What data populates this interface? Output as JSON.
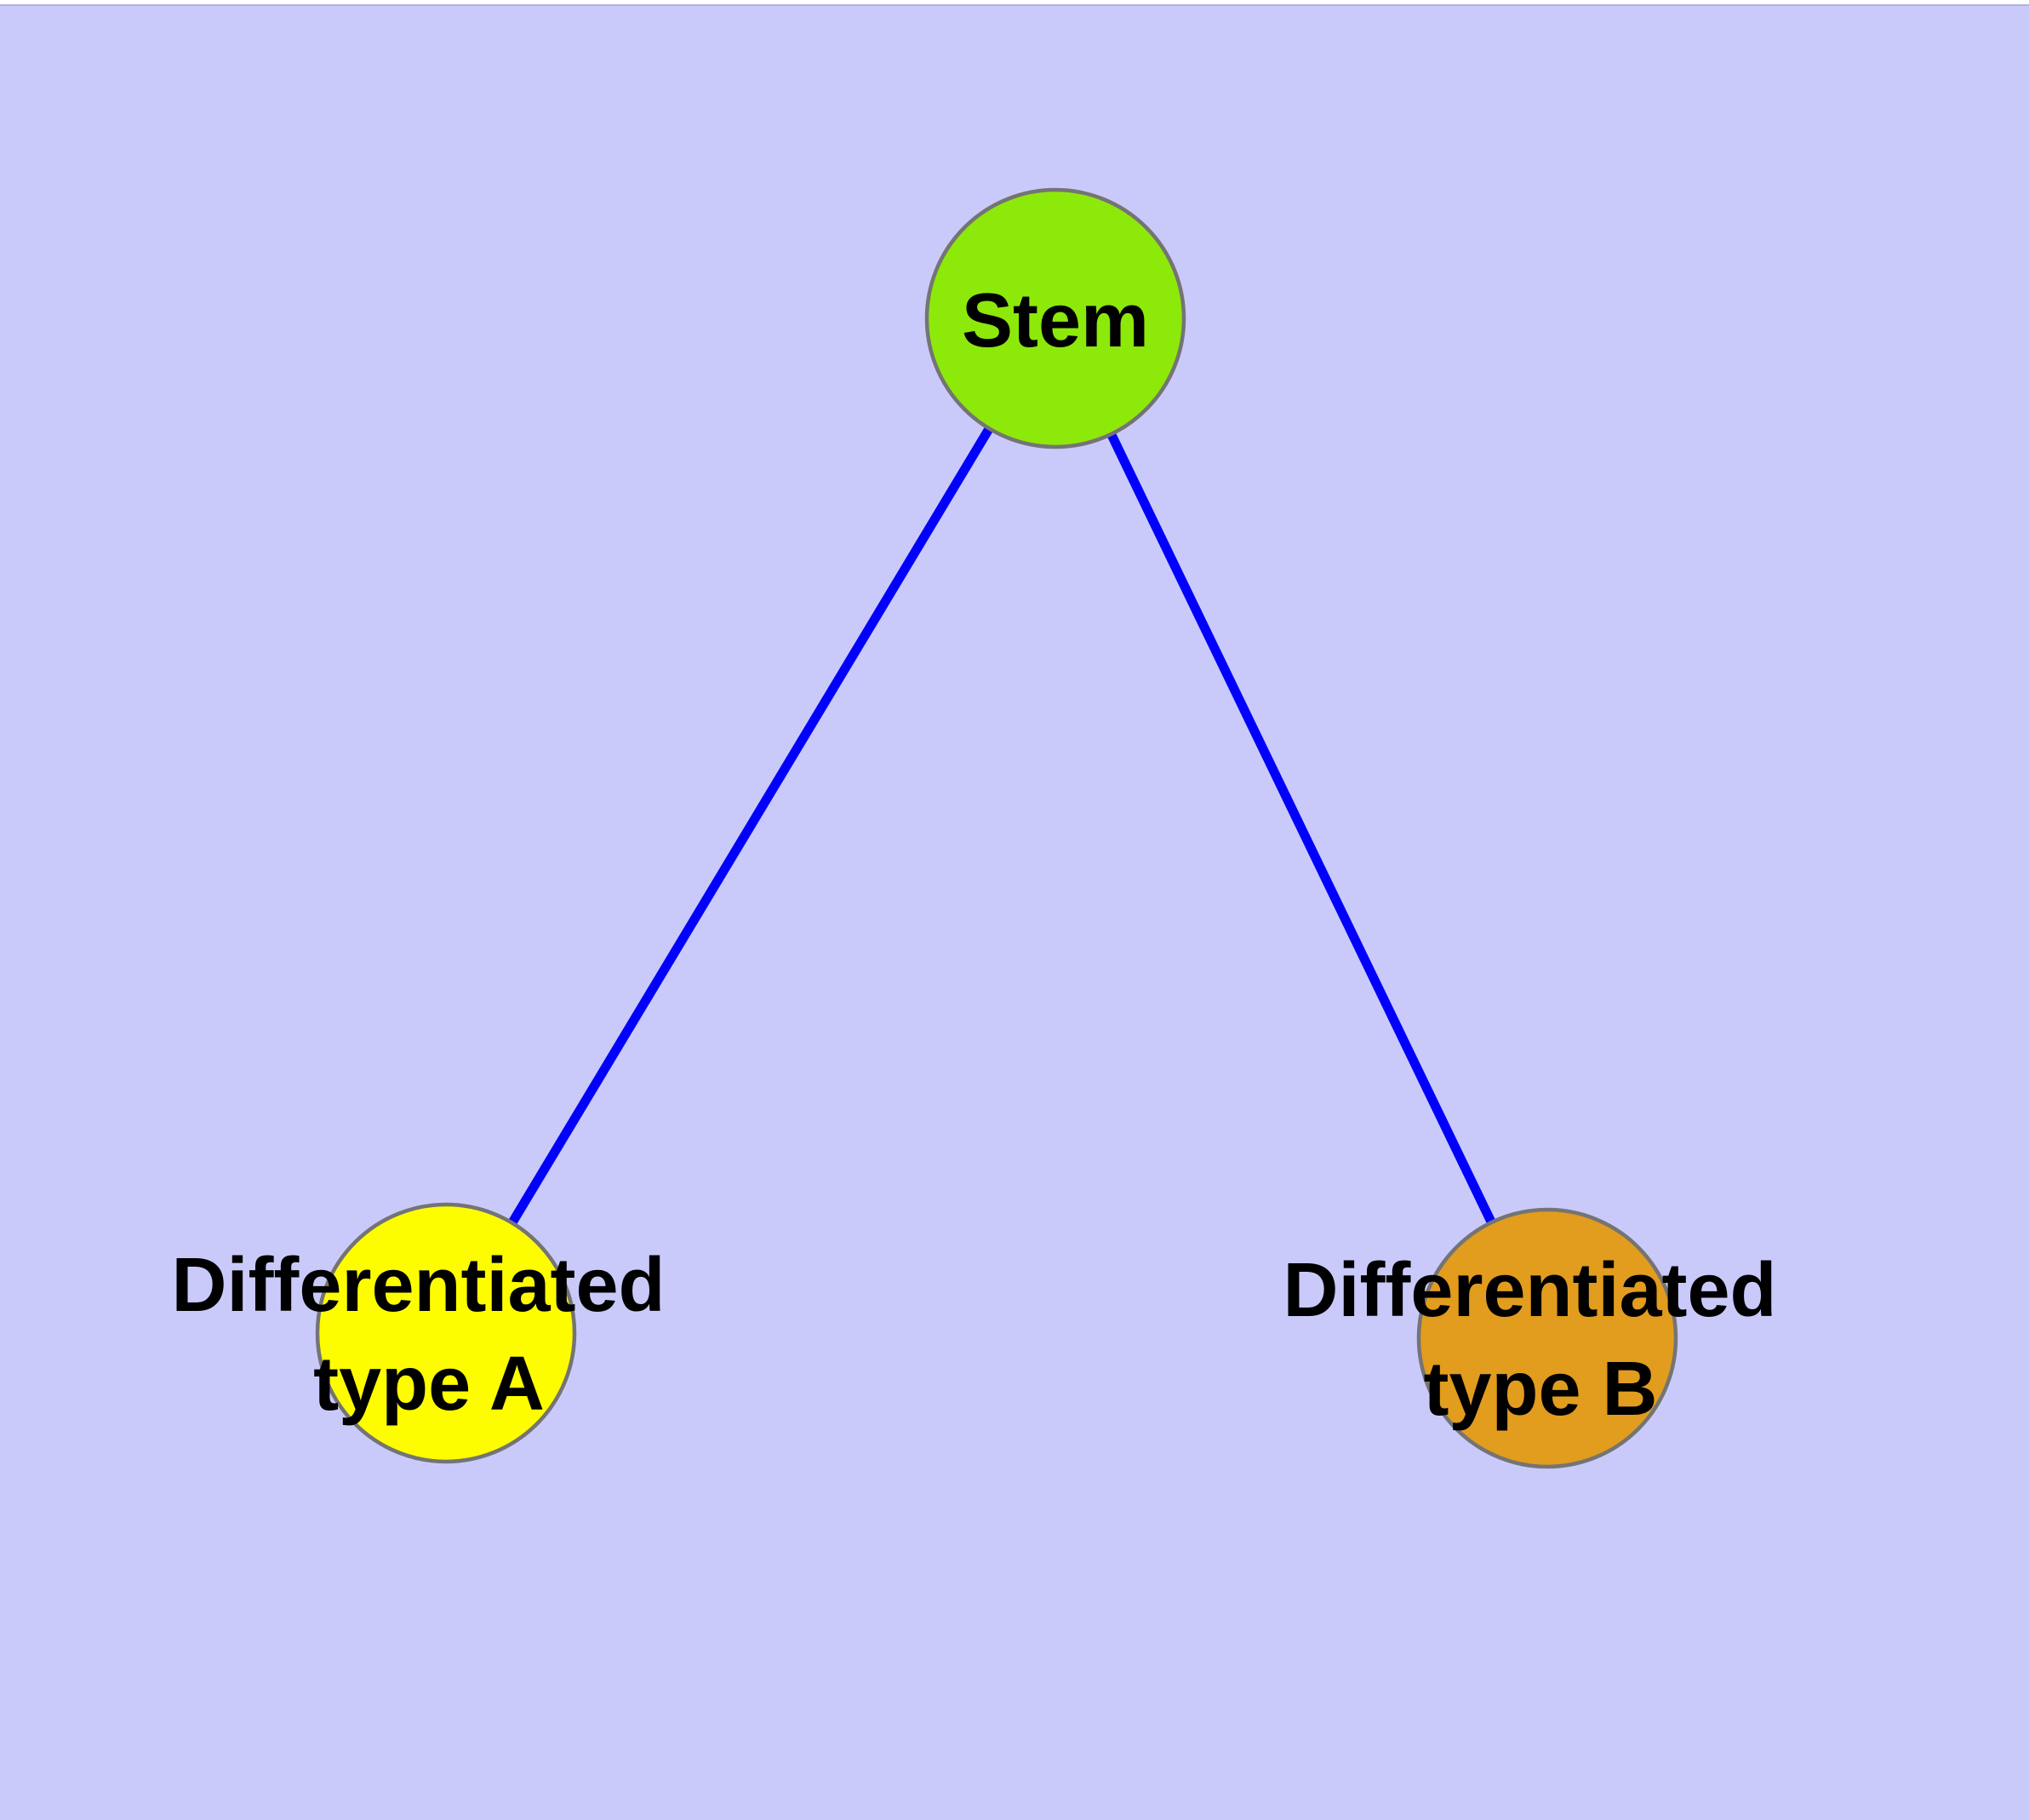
{
  "diagram": {
    "type": "node-link-graph",
    "description": "Stem cell differentiation graph: one stem node connected to two differentiated cell-type nodes",
    "colors": {
      "background": "#CACAFA",
      "top_strip": "#FFFFFF",
      "top_strip_line": "#9E9EC2",
      "edge": "#0000FC",
      "node_border": "#747474",
      "label": "#000000"
    },
    "nodes": [
      {
        "id": "stem",
        "label": "Stem",
        "lines": [
          "Stem"
        ],
        "fill": "#8DE90A"
      },
      {
        "id": "differentiated-type-a",
        "label": "Differentiated type A",
        "lines": [
          "Differentiated",
          "type A"
        ],
        "fill": "#FDFD00"
      },
      {
        "id": "differentiated-type-b",
        "label": "Differentiated type B",
        "lines": [
          "Differentiated",
          "type B"
        ],
        "fill": "#E29C1E"
      }
    ],
    "edges": [
      {
        "from": "Stem",
        "to": "Differentiated type A"
      },
      {
        "from": "Stem",
        "to": "Differentiated type B"
      }
    ]
  }
}
